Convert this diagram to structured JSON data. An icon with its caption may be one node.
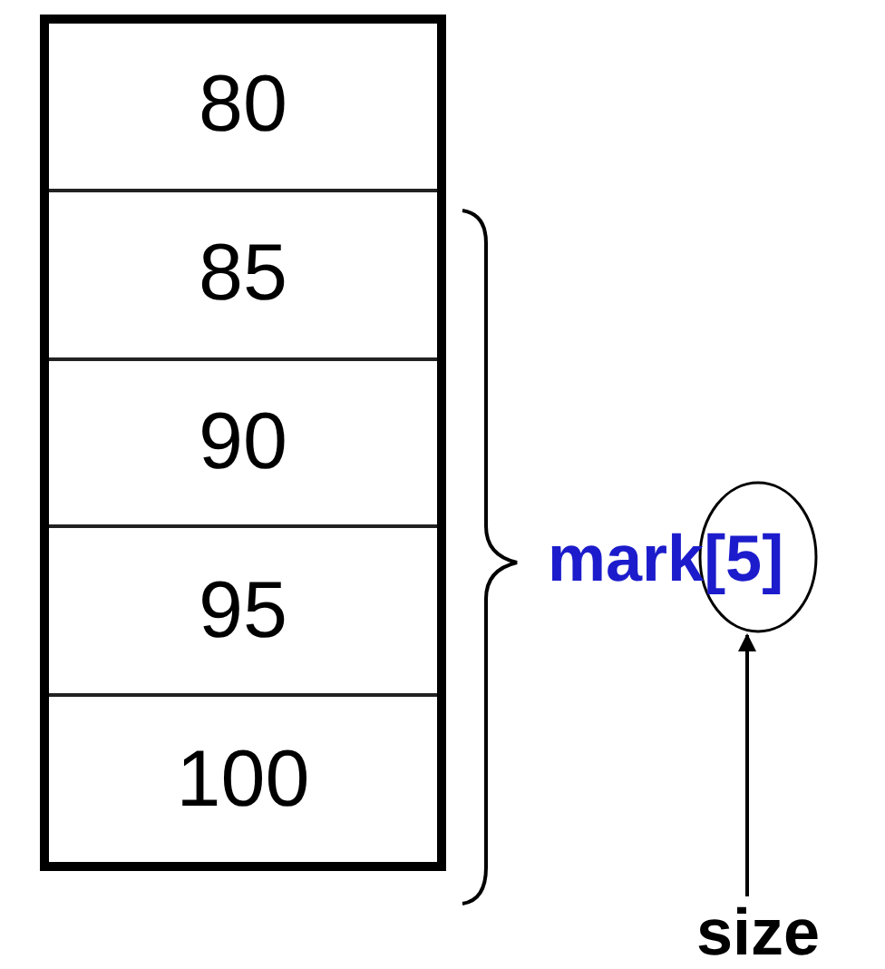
{
  "diagram": {
    "nodes": [
      {
        "text": [],
        "shape": "box"
      },
      {
        "text": [
          "80"
        ],
        "in": 0
      },
      {
        "text": [
          "85"
        ],
        "in": 0
      },
      {
        "text": [
          "90"
        ],
        "in": 0
      },
      {
        "text": [
          "95"
        ],
        "in": 0
      },
      {
        "text": [
          "100"
        ],
        "in": 0
      },
      {
        "text": [],
        "shape": "circle"
      },
      {
        "text": [
          "size"
        ]
      }
    ],
    "edges": [
      {
        "from": 7,
        "to": 6,
        "arrow": "to"
      }
    ],
    "labels": [
      "mark[5]"
    ]
  }
}
